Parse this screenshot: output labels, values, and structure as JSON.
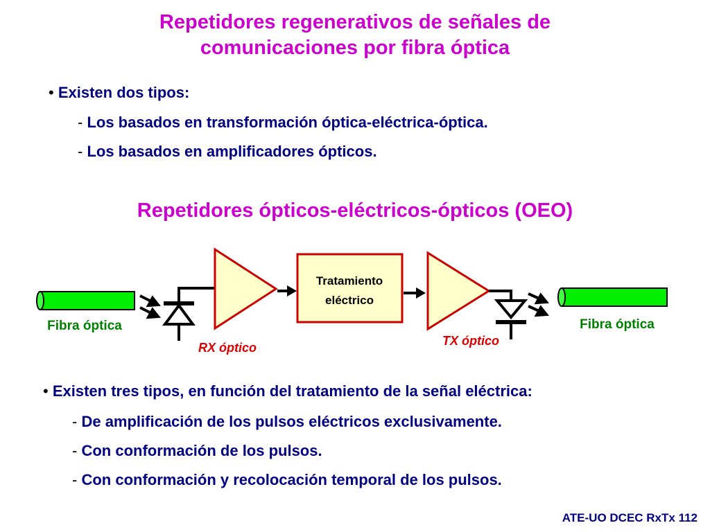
{
  "title": {
    "line1": "Repetidores regenerativos de señales de",
    "line2": "comunicaciones por fibra óptica"
  },
  "intro": {
    "bullet": "Existen dos tipos:",
    "items": [
      "Los basados en transformación óptica-eléctrica-óptica.",
      "Los basados en amplificadores ópticos."
    ]
  },
  "section_title": "Repetidores ópticos-eléctricos-ópticos (OEO)",
  "diagram": {
    "fiber_left_label": "Fibra óptica",
    "fiber_right_label": "Fibra óptica",
    "rx_label": "RX óptico",
    "tx_label": "TX óptico",
    "processing_line1": "Tratamiento",
    "processing_line2": "eléctrico",
    "colors": {
      "fiber": "#00ee00",
      "amplifier": "#ffffcc",
      "box": "#ffffcc",
      "border_red": "#cc0000",
      "label_green": "#008000",
      "label_red": "#dd0000"
    }
  },
  "types": {
    "bullet": "Existen tres tipos, en función del tratamiento de la señal eléctrica:",
    "items": [
      "De amplificación de los pulsos eléctricos exclusivamente.",
      "Con conformación de los pulsos.",
      "Con conformación y recolocación temporal de los pulsos."
    ]
  },
  "footer": "ATE-UO DCEC RxTx 112"
}
